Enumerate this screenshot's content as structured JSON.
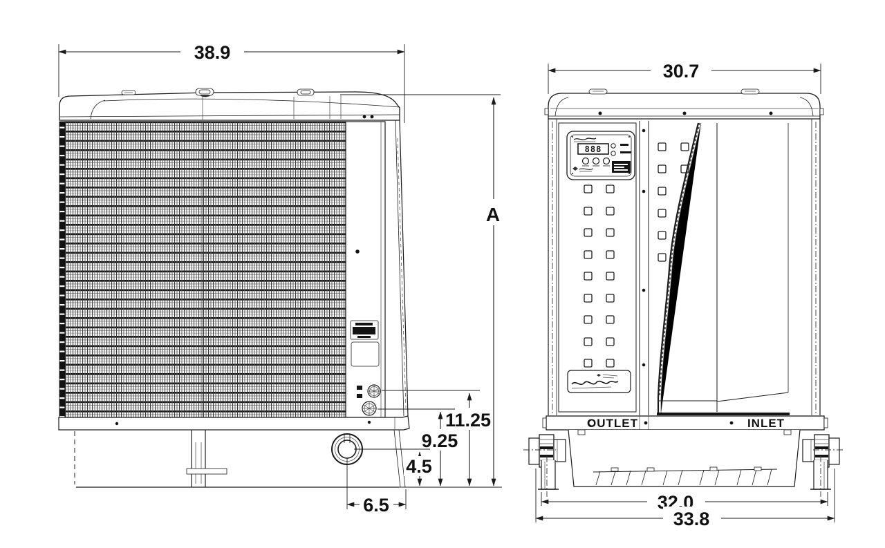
{
  "dims": {
    "side_width": "38.9",
    "front_width": "30.7",
    "height_ref": "A",
    "upper_port_height": "11.25",
    "lower_port_height": "9.25",
    "drain_height": "4.5",
    "drain_offset": "6.5",
    "feet_span": "32.0",
    "base_width": "33.8"
  },
  "labels": {
    "outlet": "OUTLET",
    "inlet": "INLET"
  },
  "control_panel": {
    "display": "888"
  },
  "colors": {
    "ink": "#1a1a1a",
    "paper": "#ffffff"
  }
}
